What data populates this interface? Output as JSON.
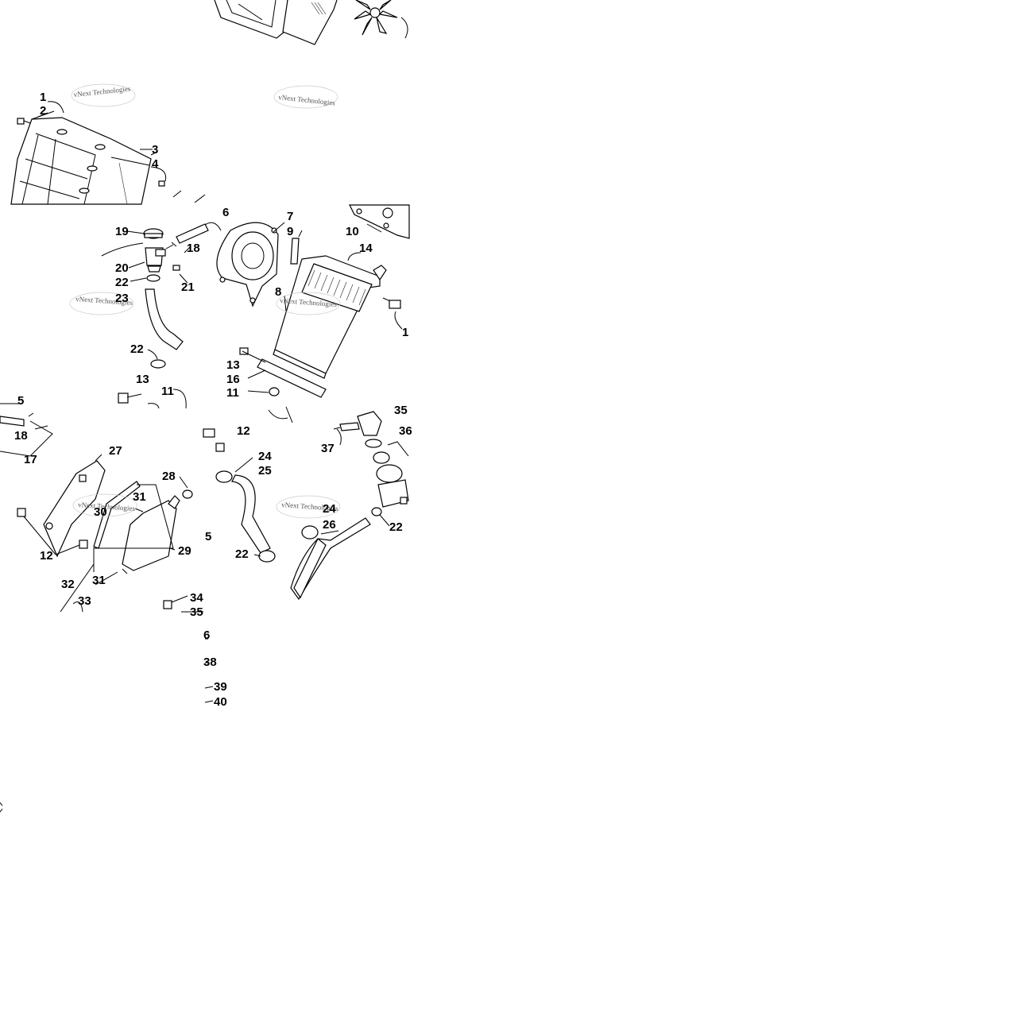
{
  "watermark": {
    "text": "vNext Technologies"
  },
  "callouts": {
    "c1": "1",
    "c2": "2",
    "c3": "3",
    "c4": "4",
    "c5a": "5",
    "c5b": "5",
    "c6a": "6",
    "c6b": "6",
    "c7": "7",
    "c8": "8",
    "c9": "9",
    "c10": "10",
    "c11a": "11",
    "c11b": "11",
    "c12a": "12",
    "c12b": "12",
    "c13a": "13",
    "c13b": "13",
    "c14": "14",
    "c15": "1",
    "c16": "16",
    "c17": "17",
    "c18a": "18",
    "c18b": "18",
    "c19": "19",
    "c20": "20",
    "c21": "21",
    "c22a": "22",
    "c22b": "22",
    "c22c": "22",
    "c22d": "22",
    "c23": "23",
    "c24a": "24",
    "c24b": "24",
    "c25": "25",
    "c26": "26",
    "c27": "27",
    "c28": "28",
    "c29": "29",
    "c30": "30",
    "c31a": "31",
    "c31b": "31",
    "c32": "32",
    "c33": "33",
    "c34": "34",
    "c35a": "35",
    "c35b": "35",
    "c36": "36",
    "c37": "37",
    "c38": "38",
    "c39": "39",
    "c40": "40"
  }
}
